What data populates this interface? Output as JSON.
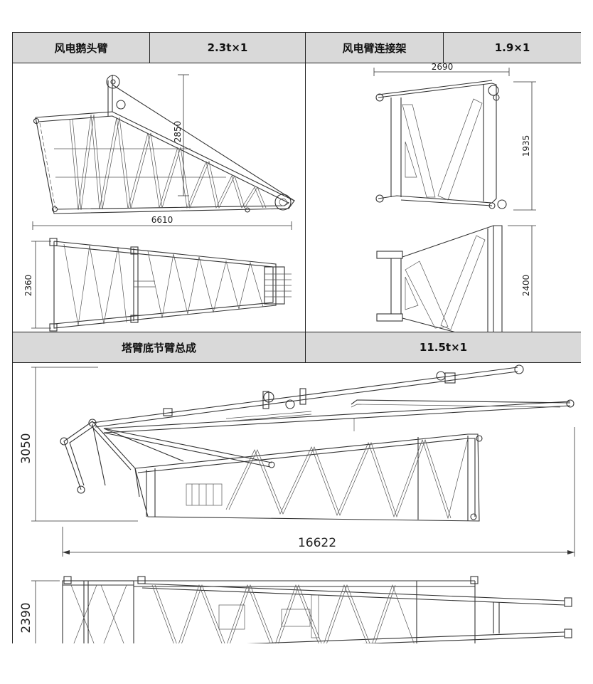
{
  "header_row_1": {
    "part_a_name": "风电鹅头臂",
    "part_a_qty": "2.3t×1",
    "part_b_name": "风电臂连接架",
    "part_b_qty": "1.9×1"
  },
  "header_row_2": {
    "part_c_name": "塔臂底节臂总成",
    "part_c_qty": "11.5t×1"
  },
  "dimensions": {
    "gooseneck_height": "2850",
    "gooseneck_length": "6610",
    "gooseneck_width": "2360",
    "connector_length": "2690",
    "connector_height": "1935",
    "connector_width": "2400",
    "base_height": "3050",
    "base_length": "16622",
    "base_width": "2390"
  }
}
